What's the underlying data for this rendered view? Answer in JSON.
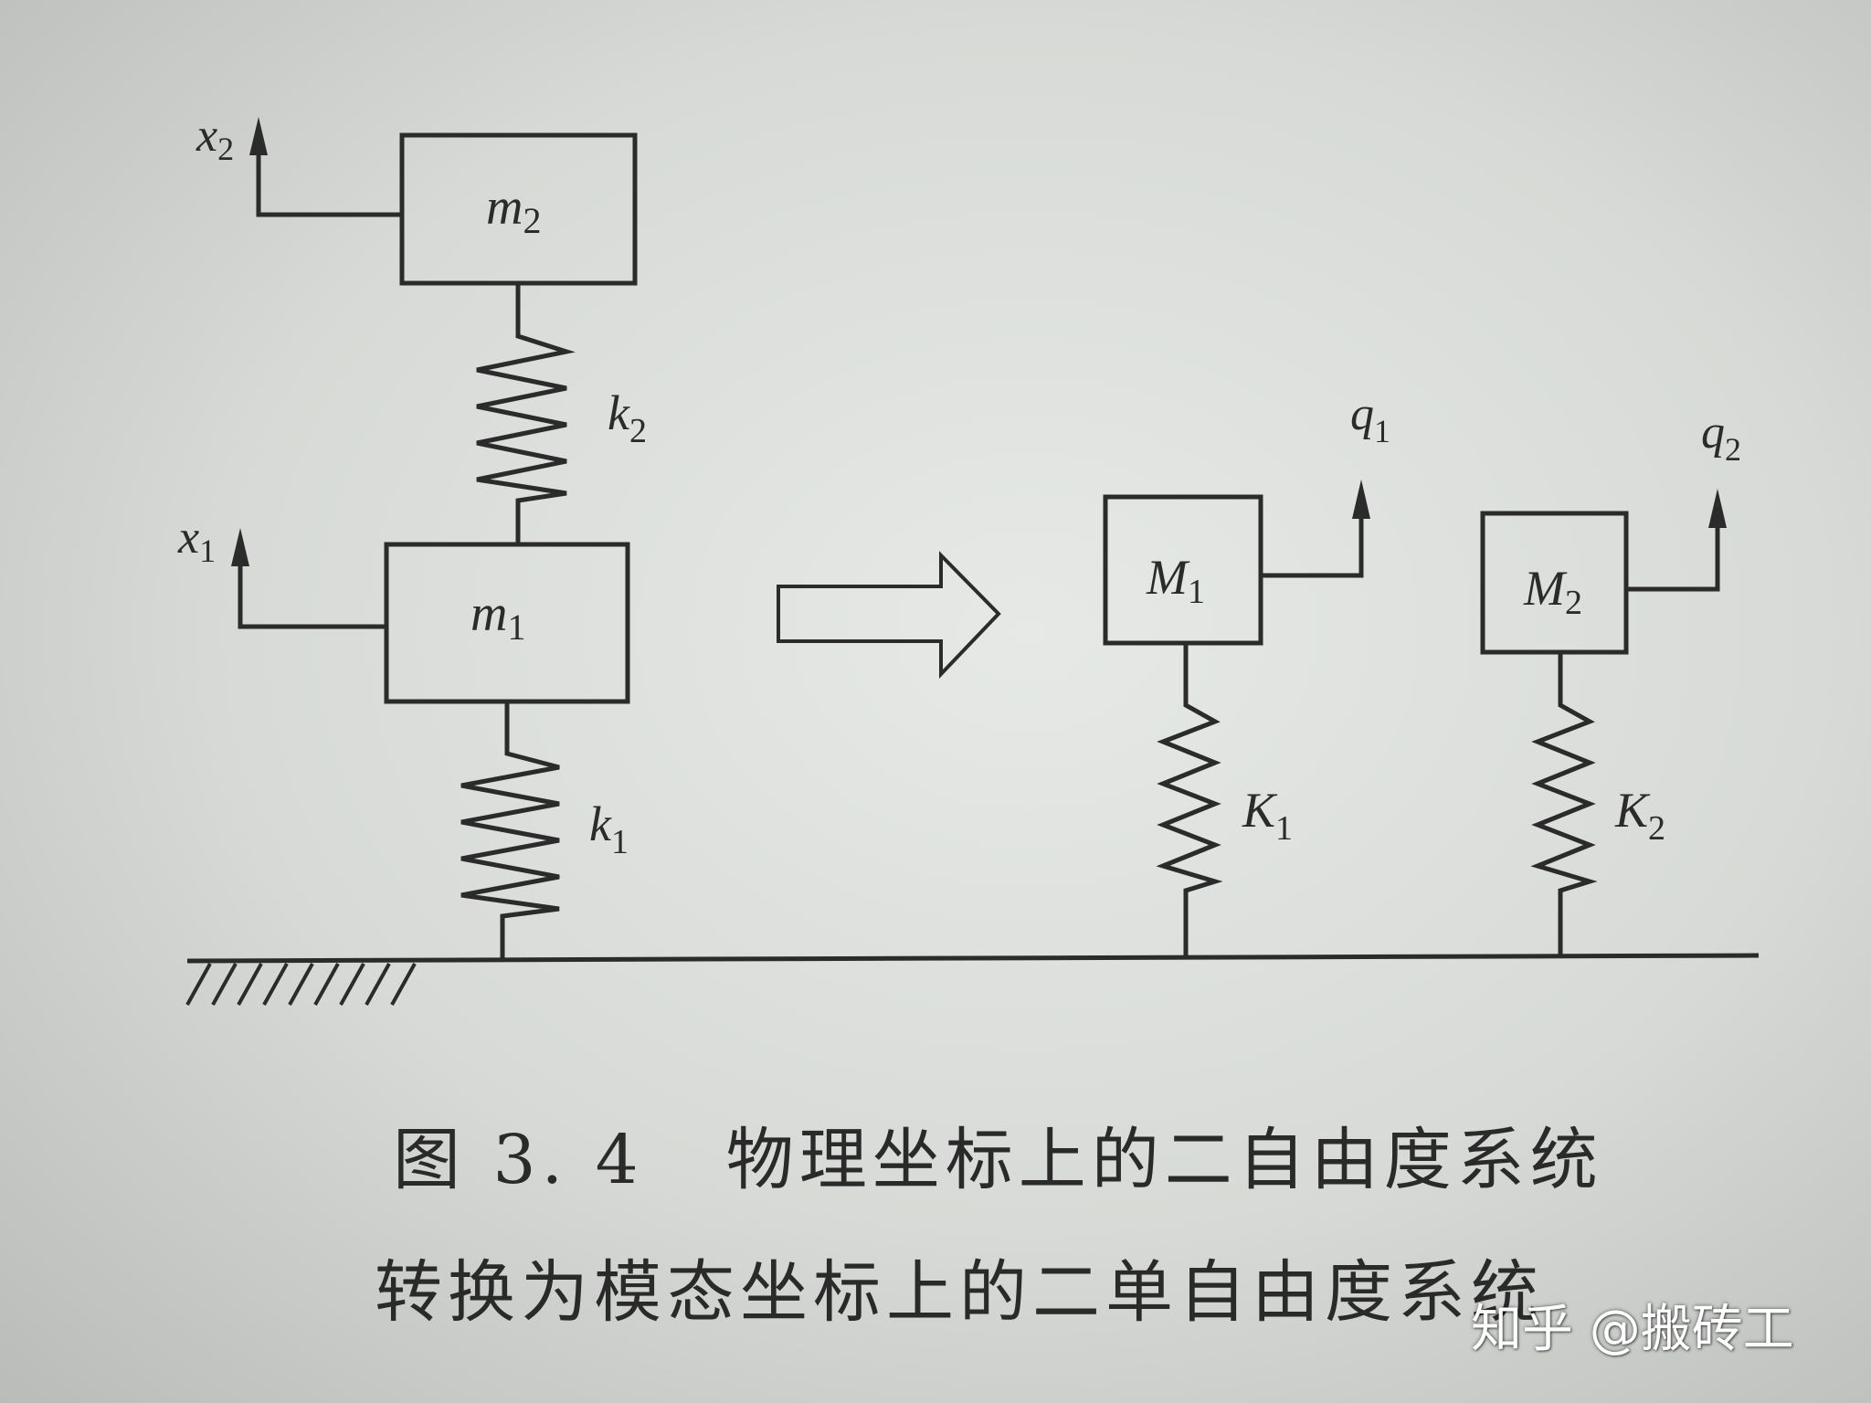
{
  "physical_system": {
    "mass_top_label": "m",
    "mass_top_sub": "2",
    "mass_bottom_label": "m",
    "mass_bottom_sub": "1",
    "spring_top_label": "k",
    "spring_top_sub": "2",
    "spring_bottom_label": "k",
    "spring_bottom_sub": "1",
    "coord_top_label": "x",
    "coord_top_sub": "2",
    "coord_bottom_label": "x",
    "coord_bottom_sub": "1"
  },
  "modal_system": {
    "mass_1_label": "M",
    "mass_1_sub": "1",
    "mass_2_label": "M",
    "mass_2_sub": "2",
    "spring_1_label": "K",
    "spring_1_sub": "1",
    "spring_2_label": "K",
    "spring_2_sub": "2",
    "coord_1_label": "q",
    "coord_1_sub": "1",
    "coord_2_label": "q",
    "coord_2_sub": "2"
  },
  "caption": {
    "figure_number": "图 3. 4",
    "line1_text": "物理坐标上的二自由度系统",
    "line2_text": "转换为模态坐标上的二单自由度系统"
  },
  "watermark": {
    "text": "知乎 @搬砖工"
  },
  "colors": {
    "ink": "#2b2b2b",
    "paper": "#dfe2df"
  }
}
